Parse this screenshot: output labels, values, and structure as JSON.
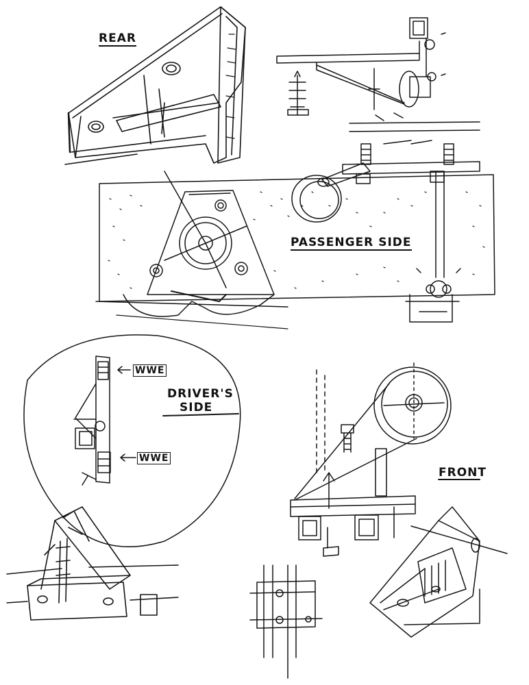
{
  "labels": {
    "rear": "REAR",
    "passenger_side": "PASSENGER SIDE",
    "drivers_side_line1": "DRIVER'S",
    "drivers_side_line2": "SIDE",
    "front": "FRONT",
    "callout_top": "WWE",
    "callout_bottom": "WWE"
  },
  "ink_color": "#141414",
  "paper_color": "#ffffff"
}
